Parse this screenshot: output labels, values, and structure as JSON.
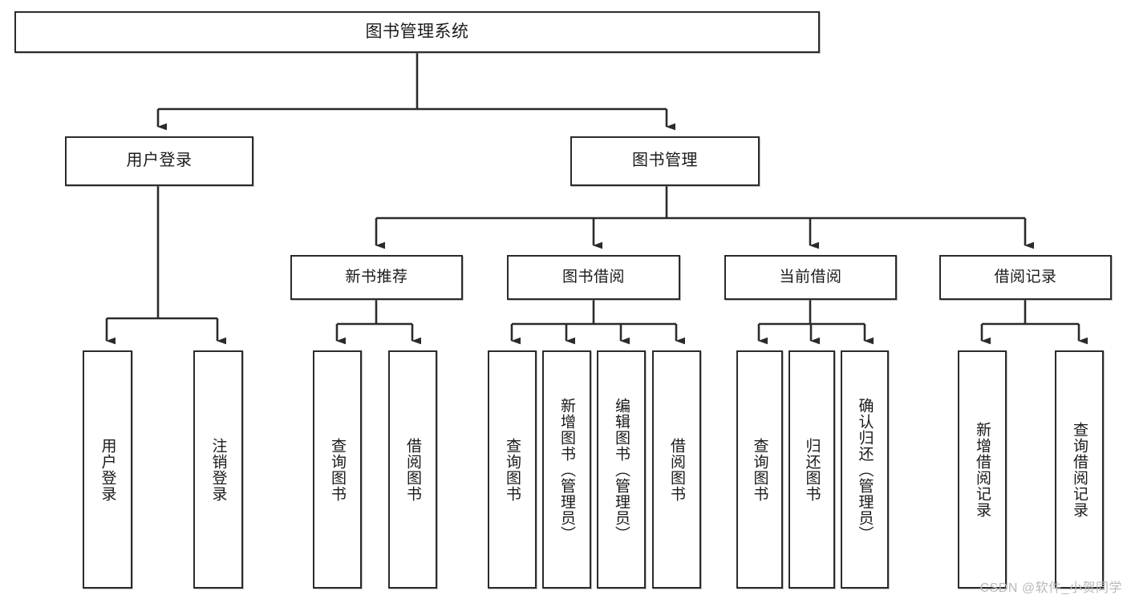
{
  "diagram": {
    "type": "tree",
    "title": "图书管理系统",
    "colors": {
      "box_border": "#2b2b2b",
      "box_fill": "#ffffff",
      "connector": "#2b2b2b",
      "watermark": "#b9b9b9",
      "background": "#ffffff"
    },
    "root": {
      "label": "图书管理系统"
    },
    "level2": [
      {
        "label": "用户登录"
      },
      {
        "label": "图书管理"
      }
    ],
    "level3": [
      {
        "label": "新书推荐"
      },
      {
        "label": "图书借阅"
      },
      {
        "label": "当前借阅"
      },
      {
        "label": "借阅记录"
      }
    ],
    "leaves": {
      "user_login": [
        {
          "label": "用户登录"
        },
        {
          "label": "注销登录"
        }
      ],
      "new_book_recommend": [
        {
          "label": "查询图书"
        },
        {
          "label": "借阅图书"
        }
      ],
      "book_borrow": [
        {
          "label": "查询图书"
        },
        {
          "label": "新增图书（管理员）"
        },
        {
          "label": "编辑图书（管理员）"
        },
        {
          "label": "借阅图书"
        }
      ],
      "current_borrow": [
        {
          "label": "查询图书"
        },
        {
          "label": "归还图书"
        },
        {
          "label": "确认归还（管理员）"
        }
      ],
      "borrow_record": [
        {
          "label": "新增借阅记录"
        },
        {
          "label": "查询借阅记录"
        }
      ]
    },
    "watermark": "CSDN @软件_小贺同学"
  }
}
